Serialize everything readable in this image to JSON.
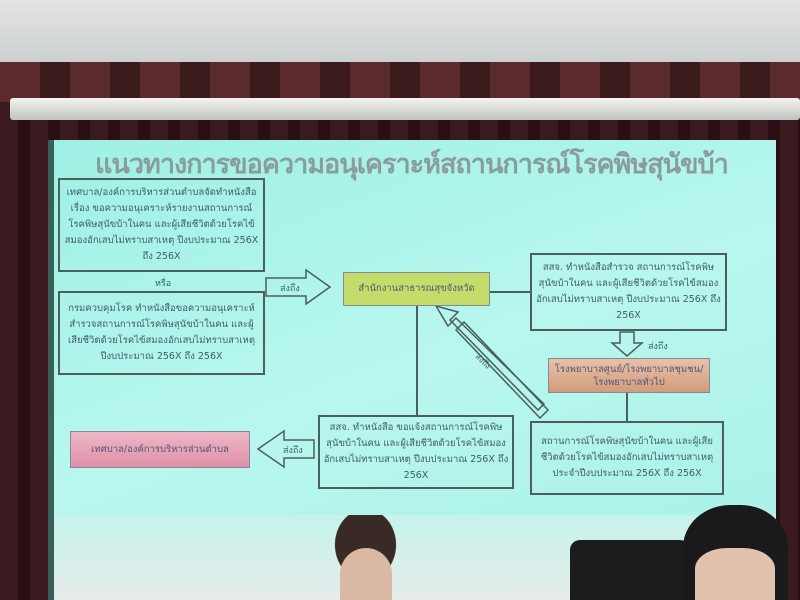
{
  "slide": {
    "title": "แนวทางการขอความอนุเคราะห์สถานการณ์โรคพิษสุนัขบ้า",
    "box_local_request": "เทศบาล/องค์การบริหารส่วนตำบลจัดทำหนังสือ เรื่อง ขอความอนุเคราะห์รายงานสถานการณ์โรคพิษสุนัขบ้าในคน และผู้เสียชีวิตด้วยโรคไข้สมองอักเสบไม่ทราบสาเหตุ ปีงบประมาณ 256X ถึง 256X",
    "or_label": "หรือ",
    "box_ddc_request": "กรมควบคุมโรค ทำหนังสือขอความอนุเคราะห์สำรวจสถานการณ์โรคพิษสุนัขบ้าในคน และผู้เสียชีวิตด้วยโรคไข้สมองอักเสบไม่ทราบสาเหตุ ปีงบประมาณ 256X ถึง 256X",
    "arrow_send_1": "ส่งถึง",
    "box_provincial_office": "สำนักงานสาธารณสุขจังหวัด",
    "box_pho_survey": "สสจ. ทำหนังสือสำรวจ สถานการณ์โรคพิษสุนัขบ้าในคน และผู้เสียชีวิตด้วยโรคไข้สมองอักเสบไม่ทราบสาเหตุ ปีงบประมาณ 256X ถึง 256X",
    "arrow_send_2": "ส่งถึง",
    "box_hospitals": "โรงพยาบาลศูนย์/โรงพยาบาลชุมชน/โรงพยาบาลทั่วไป",
    "box_situation": "สถานการณ์โรคพิษสุนัขบ้าในคน และผู้เสียชีวิตด้วยโรคไข้สมองอักเสบไม่ทราบสาเหตุ ประจำปีงบประมาณ 256X ถึง 256X",
    "arrow_send_3": "ส่งถึง",
    "box_pho_notify": "สสจ. ทำหนังสือ ขอแจ้งสถานการณ์โรคพิษสุนัขบ้าในคน และผู้เสียชีวิตด้วยโรคไข้สมองอักเสบไม่ทราบสาเหตุ ปีงบประมาณ 256X ถึง 256X",
    "arrow_send_4": "ส่งถึง",
    "box_local_result": "เทศบาล/องค์การบริหารส่วนตำบล"
  },
  "colors": {
    "screen": "#a8f0e6",
    "green_box": "#c4dc6a",
    "orange_box": "#d6a88a",
    "pink_box": "#e7a0b4"
  }
}
